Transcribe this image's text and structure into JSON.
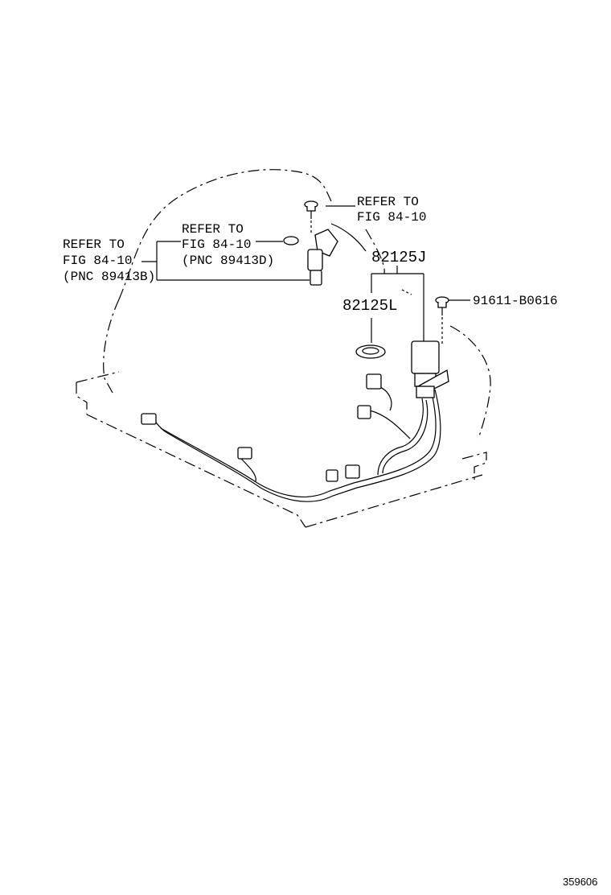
{
  "labels": {
    "refer_left_1": "REFER TO",
    "refer_left_2": "FIG 84-10",
    "refer_left_3": "(PNC 89413B)",
    "refer_mid_1": "REFER TO",
    "refer_mid_2": "FIG 84-10",
    "refer_mid_3": "(PNC 89413D)",
    "refer_top_1": "REFER TO",
    "refer_top_2": "FIG 84-10",
    "part_82125J": "82125J",
    "part_82125L": "82125L",
    "part_bolt": "91611-B0616",
    "diagram_id": "359606"
  }
}
